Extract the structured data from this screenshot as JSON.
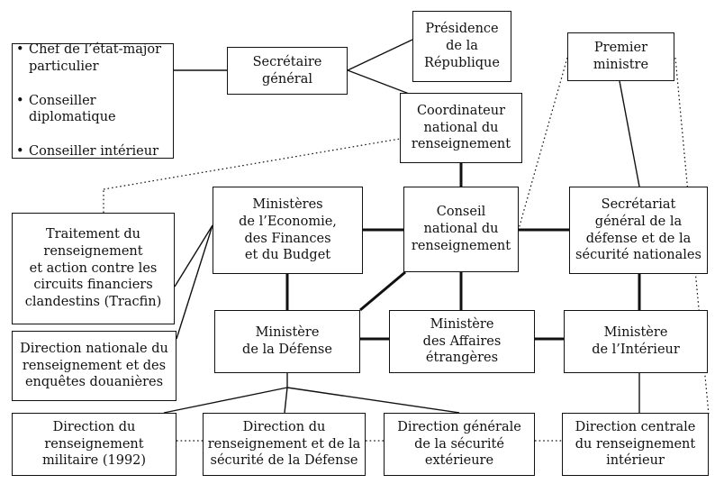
{
  "diagram": {
    "nodes": {
      "chef_list": {
        "items": [
          "Chef de l’état-major\nparticulier",
          "Conseiller\ndiplomatique",
          "Conseiller intérieur"
        ],
        "bullet": "•"
      },
      "secretaire_general": "Secrétaire\ngénéral",
      "presidence": "Présidence\nde la\nRépublique",
      "premier_ministre": "Premier\nministre",
      "coordinateur": "Coordinateur\nnational du\nrenseignement",
      "ministeres_economie": "Ministères\nde l’Economie,\ndes Finances\net du Budget",
      "conseil_national": "Conseil\nnational du\nrenseignement",
      "sgdsn": "Secrétariat\ngénéral de la\ndéfense et de la\nsécurité nationales",
      "tracfin": "Traitement du\nrenseignement\net action contre les\ncircuits financiers\nclandestins (Tracfin)",
      "dnred": "Direction nationale du\nrenseignement et des\nenquêtes douanières",
      "ministere_defense": "Ministère\nde la Défense",
      "ministere_affaires": "Ministère\ndes Affaires\nétrangères",
      "ministere_interieur": "Ministère\nde l’Intérieur",
      "drm": "Direction du\nrenseignement\nmilitaire (1992)",
      "drsd": "Direction du\nrenseignement et de la\nsécurité de la Défense",
      "dgse": "Direction générale\nde la sécurité\nextérieure",
      "dcri": "Direction centrale\ndu renseignement\nintérieur"
    }
  }
}
